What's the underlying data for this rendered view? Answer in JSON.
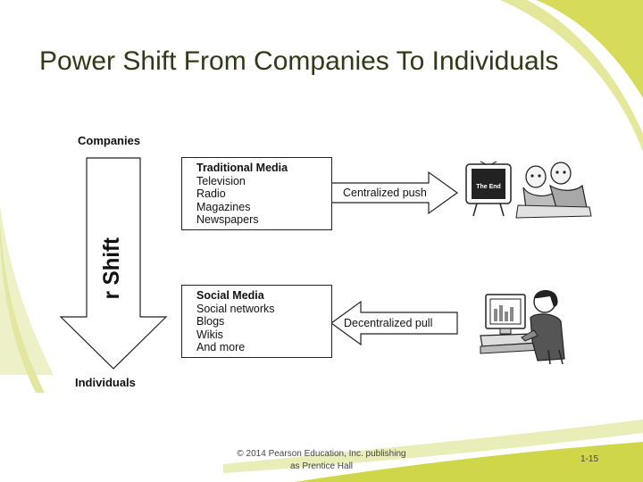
{
  "slide": {
    "title": "Power Shift From Companies To Individuals",
    "footer": {
      "line1": "© 2014 Pearson Education, Inc. publishing",
      "line2": "as Prentice Hall"
    },
    "page_number": "1-15",
    "colors": {
      "accent": "#c8d23a",
      "accent_light": "#e8ecb0",
      "title": "#2f3a17"
    }
  },
  "diagram": {
    "top_label": "Companies",
    "bottom_label": "Individuals",
    "arrow_label": "Power Shift",
    "traditional": {
      "heading": "Traditional Media",
      "items": [
        "Television",
        "Radio",
        "Magazines",
        "Newspapers"
      ],
      "arrow_text": "Centralized push",
      "icon": "tv-viewers-icon",
      "tv_caption": "The End"
    },
    "social": {
      "heading": "Social Media",
      "items": [
        "Social networks",
        "Blogs",
        "Wikis",
        "And more"
      ],
      "arrow_text": "Decentralized pull",
      "icon": "computer-user-icon"
    }
  }
}
